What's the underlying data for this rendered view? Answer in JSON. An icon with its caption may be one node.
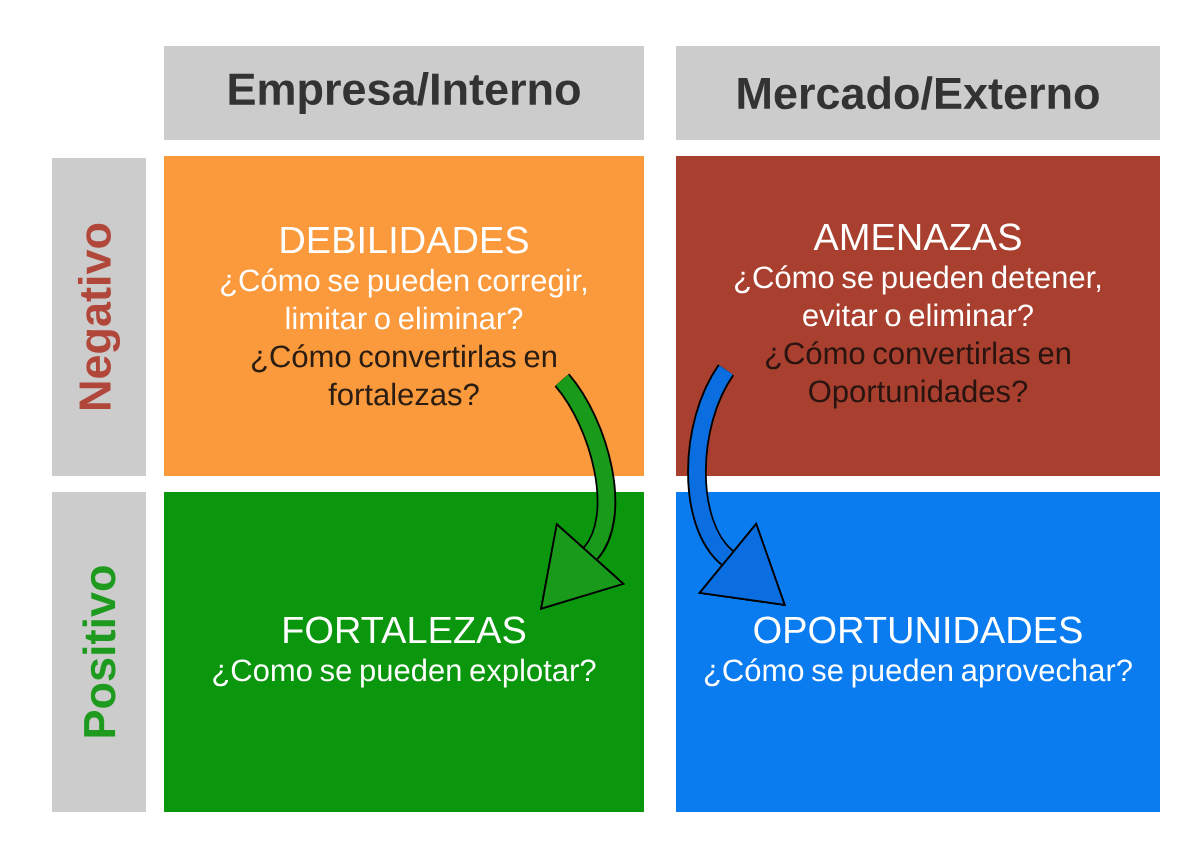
{
  "diagram": {
    "nodes": [
      {
        "text": [
          "Empresa/Interno"
        ]
      },
      {
        "text": [
          "Mercado/Externo"
        ]
      },
      {
        "text": [
          "Negativo"
        ]
      },
      {
        "text": [
          "DEBILIDADES",
          "¿Cómo se pueden corregir, limitar o eliminar?",
          "¿Cómo convertirlas en fortalezas?"
        ]
      },
      {
        "text": [
          "AMENAZAS",
          "¿Cómo se pueden detener, evitar o eliminar?",
          "¿Cómo convertirlas en Oportunidades?"
        ]
      },
      {
        "text": [
          "Positivo"
        ]
      },
      {
        "text": [
          "FORTALEZAS",
          "¿Como se pueden explotar?"
        ]
      },
      {
        "text": [
          "OPORTUNIDADES",
          "¿Cómo se pueden aprovechar?"
        ]
      }
    ],
    "edges": [
      {
        "from": 3,
        "to": 6,
        "arrow": "to",
        "color": "#1a9a1a"
      },
      {
        "from": 4,
        "to": 7,
        "arrow": "to",
        "color": "#0a6ee0"
      }
    ]
  }
}
